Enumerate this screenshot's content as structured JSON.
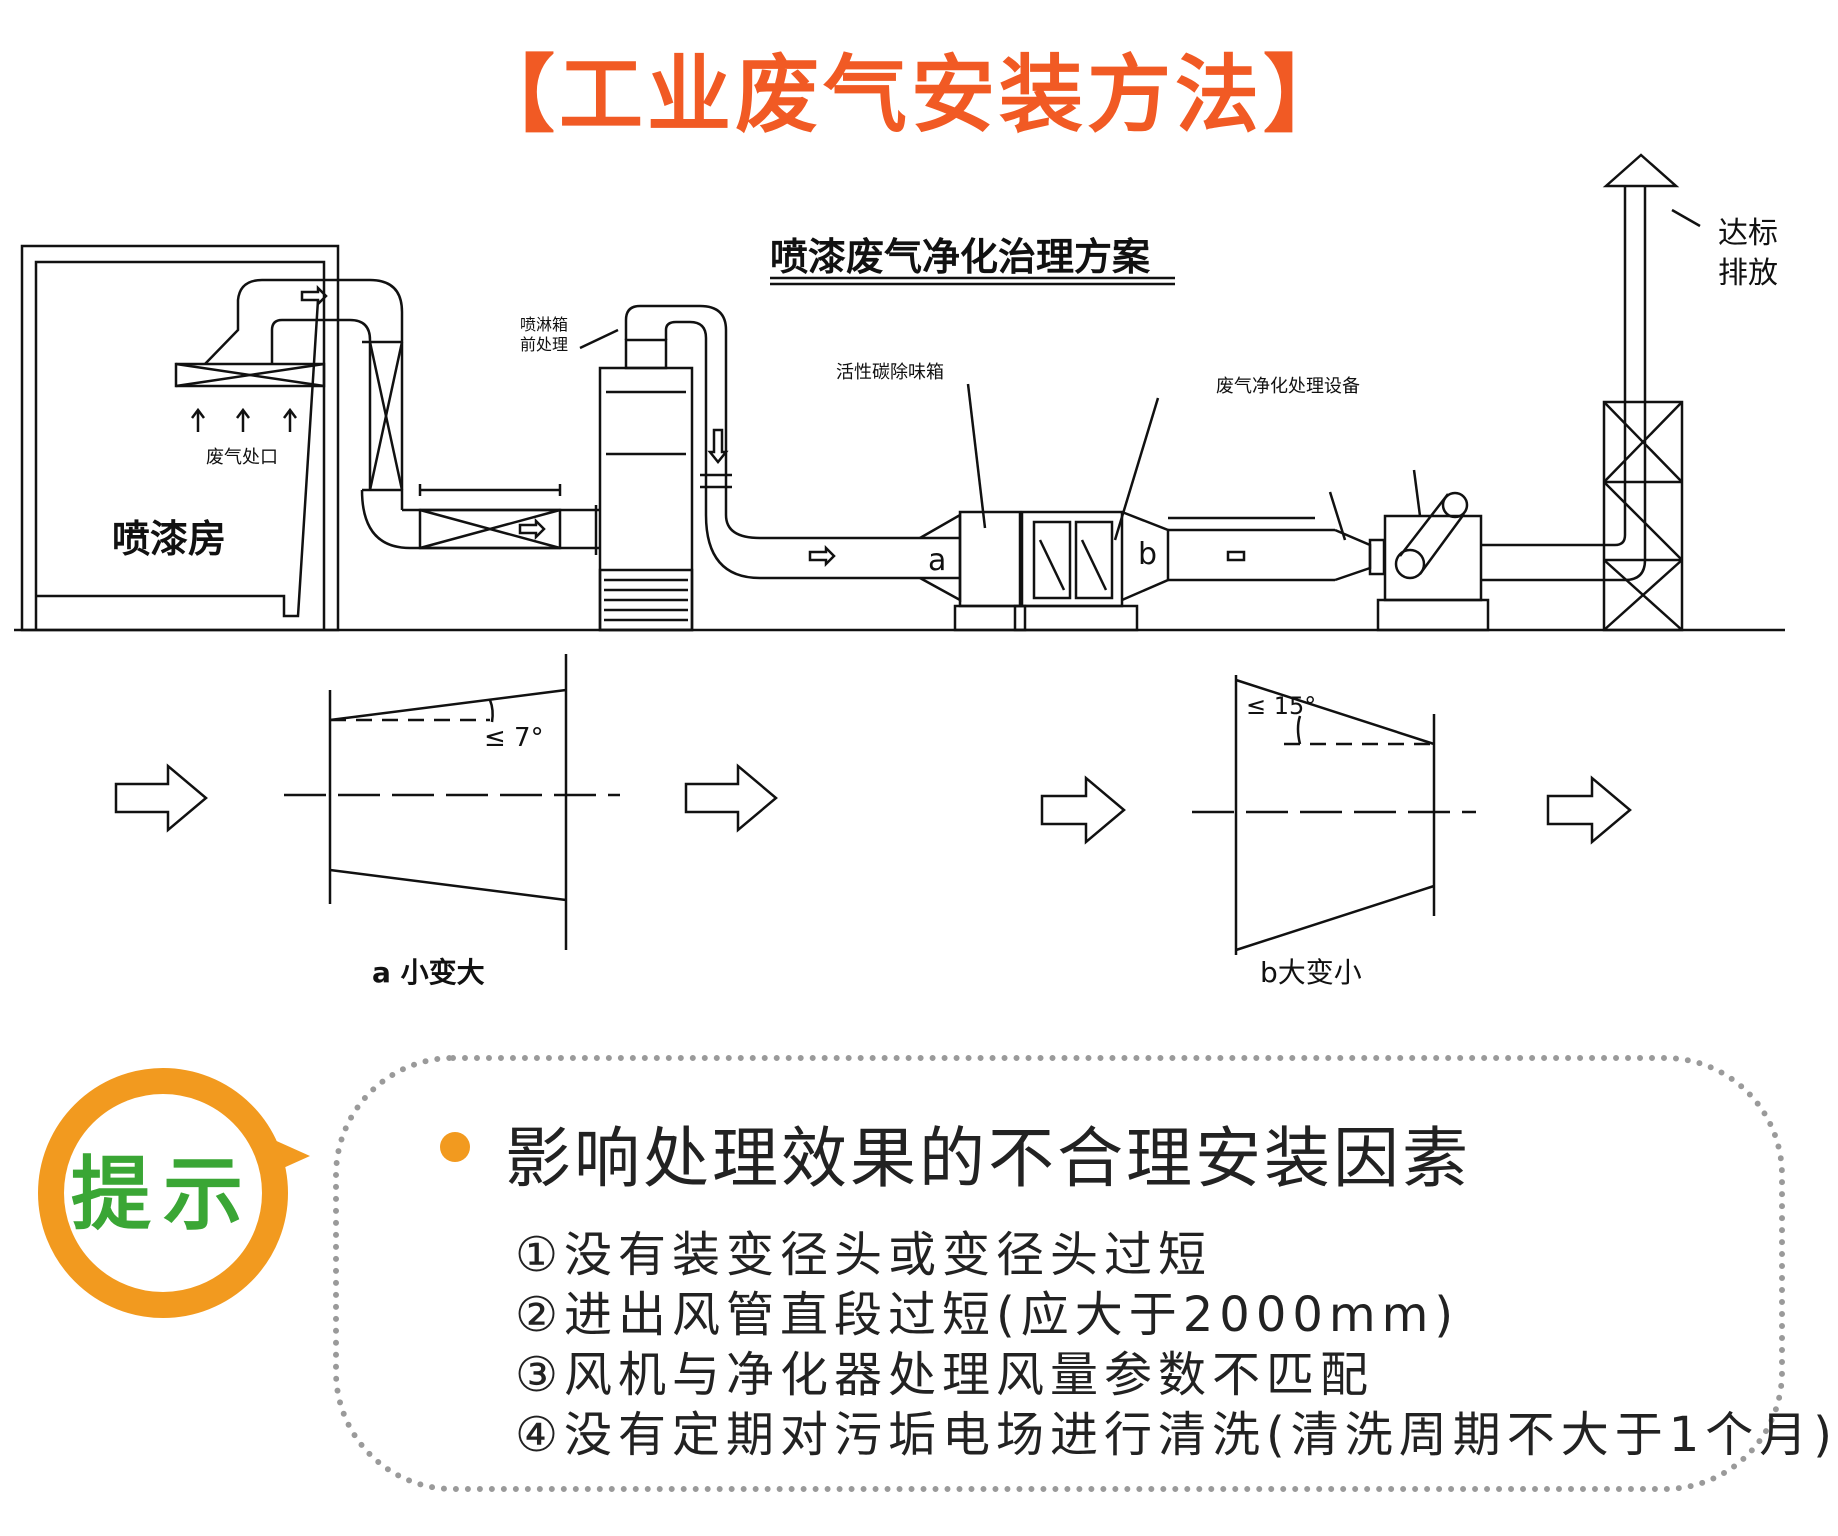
{
  "title": {
    "open": "【",
    "text": "工业废气安装方法",
    "close": "】",
    "color": "#f15a24"
  },
  "diagram": {
    "scheme_title": "喷漆废气净化治理方案",
    "spray_room": "喷漆房",
    "waste_gas_outlet": "废气处口",
    "spray_tower_label_1": "喷淋箱",
    "spray_tower_label_2": "前处理",
    "activated_carbon_box": "活性碳除味箱",
    "purification_equipment": "废气净化处理设备",
    "emission_label_1": "达标",
    "emission_label_2": "排放",
    "reducer_a_mark": "a",
    "reducer_b_mark": "b",
    "detail_a": {
      "angle": "≤ 7°",
      "caption": "a 小变大"
    },
    "detail_b": {
      "angle": "≤ 15°",
      "caption": "b大变小"
    }
  },
  "tip": {
    "badge": "提示",
    "badge_color": "#f29a1f",
    "badge_text_color": "#3aa635",
    "heading": "影响处理效果的不合理安装因素",
    "items": [
      "①没有装变径头或变径头过短",
      "②进出风管直段过短(应大于2000mm)",
      "③风机与净化器处理风量参数不匹配",
      "④没有定期对污垢电场进行清洗(清洗周期不大于1个月)"
    ]
  }
}
